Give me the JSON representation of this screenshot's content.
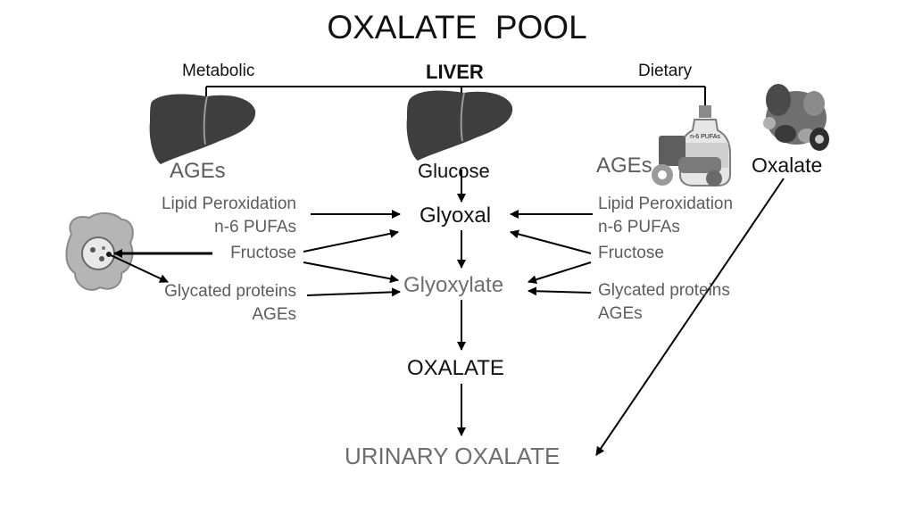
{
  "title": "OXALATE  POOL",
  "liver": {
    "label": "LIVER",
    "left_label": "Metabolic",
    "right_label": "Dietary"
  },
  "left": {
    "ages": "AGEs",
    "lipid_peroxidation": "Lipid Peroxidation",
    "pufas": "n-6 PUFAs",
    "fructose": "Fructose",
    "glycated_proteins": "Glycated proteins",
    "ages_bottom": "AGEs"
  },
  "center": {
    "glucose": "Glucose",
    "glyoxal": "Glyoxal",
    "glyoxylate": "Glyoxylate",
    "oxalate": "OXALATE",
    "urinary_oxalate": "URINARY OXALATE"
  },
  "right": {
    "ages": "AGEs",
    "oil_label": "n-6 PUFAs",
    "lipid_peroxidation": "Lipid Peroxidation",
    "pufas": "n-6 PUFAs",
    "fructose": "Fructose",
    "glycated_proteins": "Glycated proteins",
    "ages_bottom": "AGEs"
  },
  "dietary_oxalate": "Oxalate",
  "icons": [
    "liver-icon",
    "gut-icon",
    "oil-bottle-icon",
    "food-icon",
    "vegetables-icon"
  ],
  "colors": {
    "text_dark": "#111111",
    "text_grey": "#5c5c5c",
    "arrow": "#000000",
    "liver": "#3e3e3e"
  }
}
